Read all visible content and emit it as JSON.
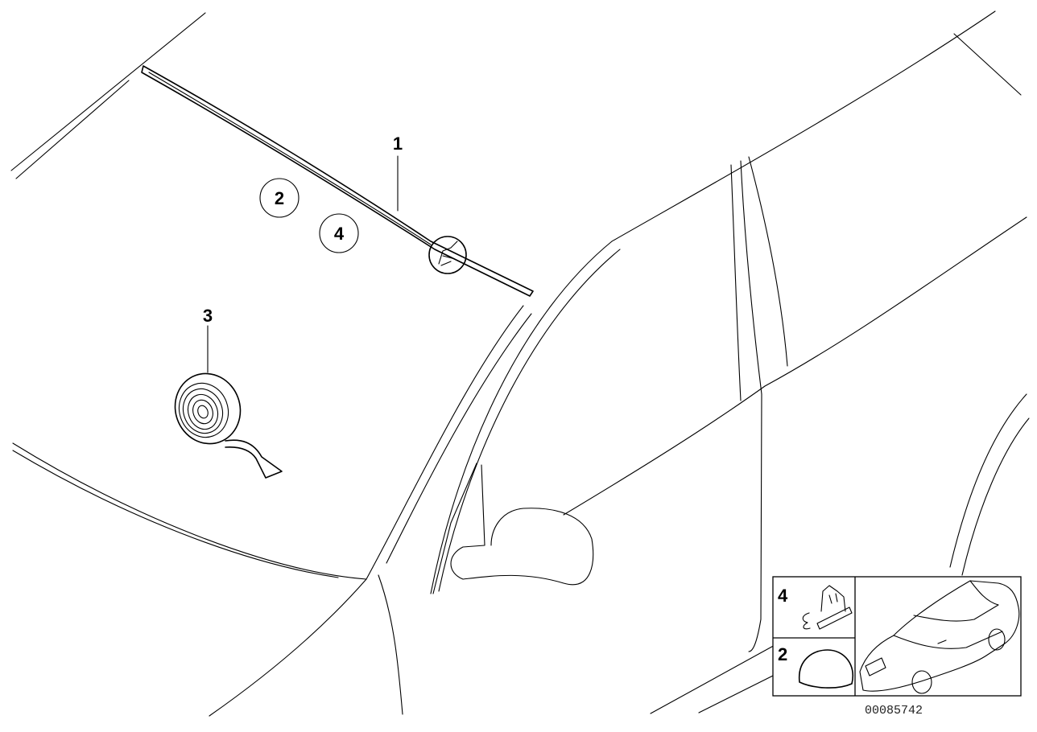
{
  "callouts": {
    "part1": "1",
    "part2": "2",
    "part3": "3",
    "part4": "4"
  },
  "inset": {
    "label4": "4",
    "label2": "2"
  },
  "drawing_number": "00085742",
  "colors": {
    "line": "#000000",
    "background": "#ffffff"
  }
}
